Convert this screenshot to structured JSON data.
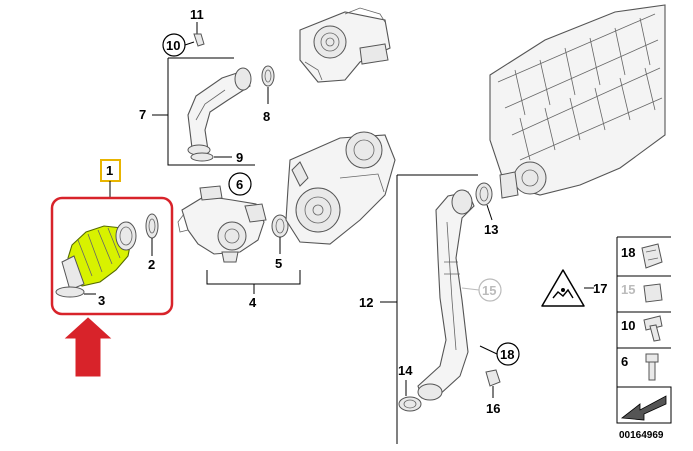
{
  "diagram": {
    "part_numbers": {
      "p1": "1",
      "p2": "2",
      "p3": "3",
      "p4": "4",
      "p5": "5",
      "p6": "6",
      "p7": "7",
      "p8": "8",
      "p9": "9",
      "p10": "10",
      "p11": "11",
      "p12": "12",
      "p13": "13",
      "p14": "14",
      "p15": "15",
      "p16": "16",
      "p17": "17",
      "p18": "18"
    },
    "legend": {
      "items": [
        "18",
        "15",
        "10",
        "6"
      ]
    },
    "footer_code": "00164969",
    "colors": {
      "highlight_border": "#d8232a",
      "highlight_part": "#d8f200",
      "arrow": "#d8232a",
      "callout_box": "#e8b400"
    }
  }
}
